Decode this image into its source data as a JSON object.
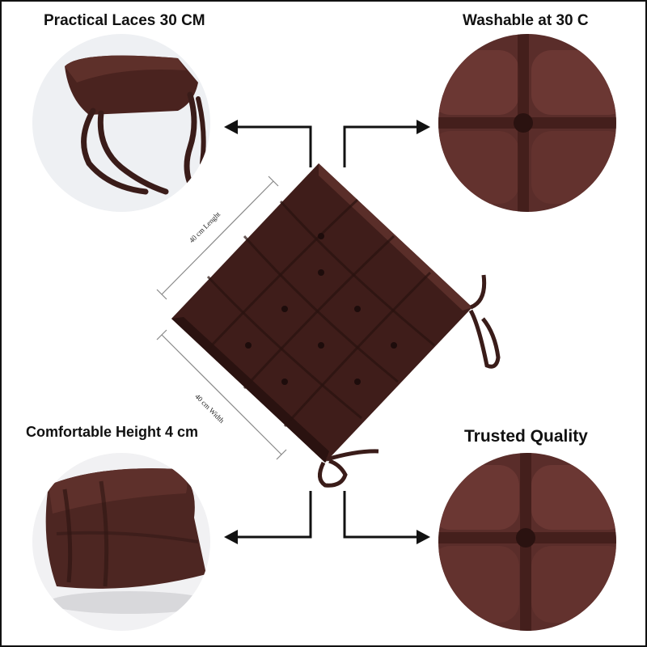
{
  "captions": {
    "top_left": "Practical Laces 30 CM",
    "top_right": "Washable at 30 C",
    "bottom_left": "Comfortable Height 4 cm",
    "bottom_right": "Trusted Quality"
  },
  "dimensions": {
    "length": "40 cm Lenght",
    "width": "40 cm Width"
  },
  "colors": {
    "cushion": "#3f1d1a",
    "cushion_dark": "#2a1210",
    "cushion_light": "#5a2e29",
    "arrow": "#111111"
  },
  "icons": {
    "arrow_left": "arrow-left-icon",
    "arrow_right": "arrow-right-icon"
  }
}
